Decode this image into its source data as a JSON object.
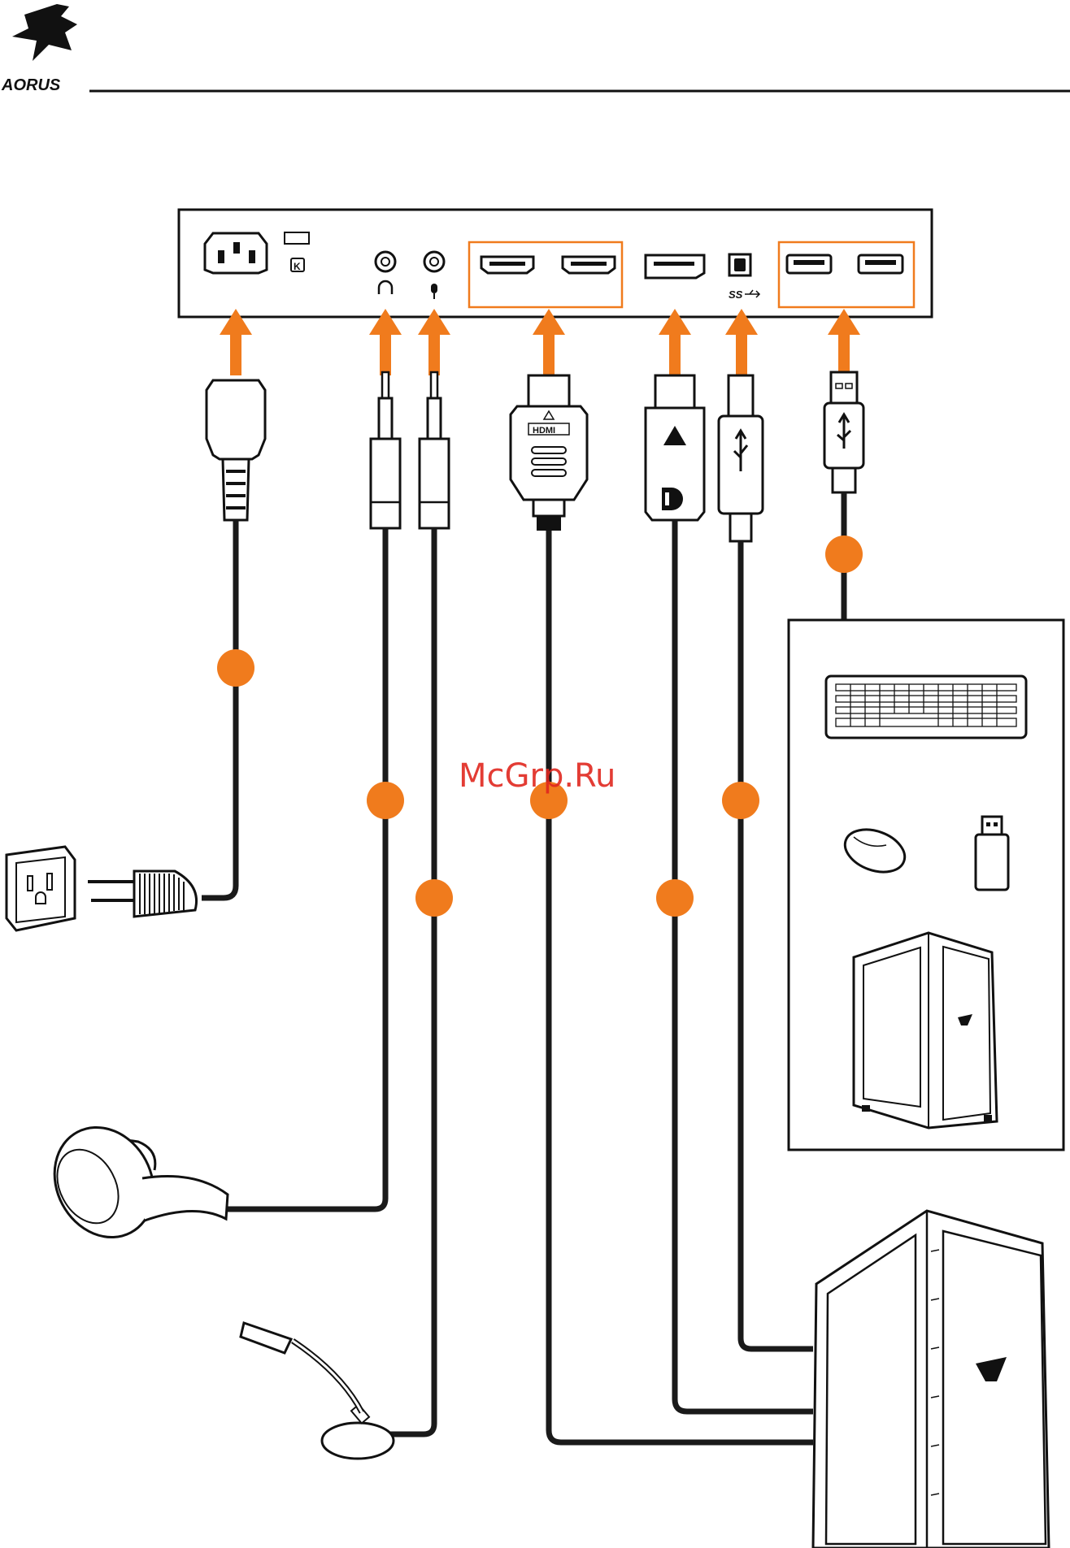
{
  "header": {
    "brand_name": "AORUS"
  },
  "watermark": {
    "text": "McGrp.Ru"
  },
  "connector_labels": {
    "hdmi_plug_text": "HDMI",
    "superspeed_text": "SS"
  },
  "colors": {
    "accent": "#F07B1D",
    "line": "#1a1a1a",
    "watermark": "#e0271f"
  },
  "icons": {
    "power_cord": "power-plug-icon",
    "headphone": "headphone-icon",
    "microphone": "microphone-icon",
    "keyboard": "keyboard-icon",
    "mouse": "mouse-icon",
    "usb_drive": "usb-drive-icon",
    "computer": "pc-tower-icon"
  }
}
